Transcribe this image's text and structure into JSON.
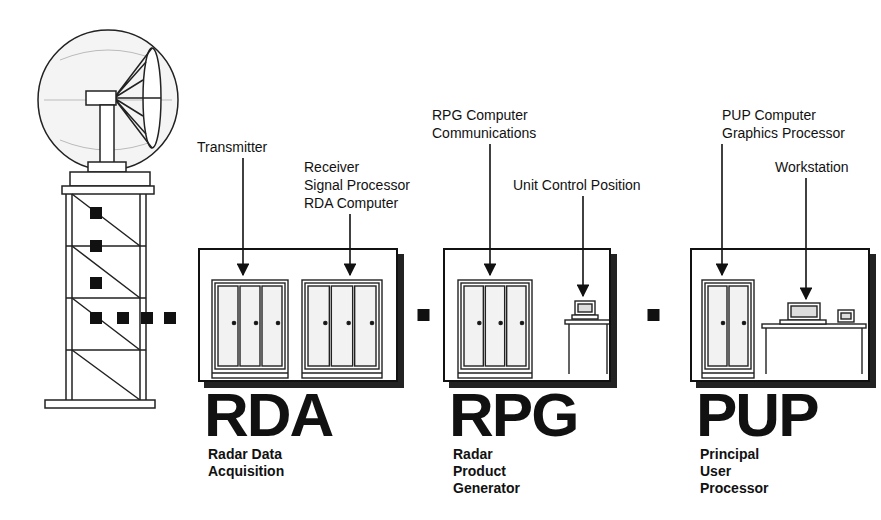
{
  "diagram": {
    "nodes": [
      {
        "text": [
          "RDA",
          "Radar Data Acquisition"
        ]
      },
      {
        "text": [
          "RPG",
          "Radar Product Generator"
        ]
      },
      {
        "text": [
          "PUP",
          "Principal User Processor"
        ]
      }
    ],
    "edges": [
      {
        "from": 0,
        "to": 1,
        "arrow": "none"
      },
      {
        "from": 1,
        "to": 2,
        "arrow": "none"
      }
    ],
    "labels": [
      "Transmitter",
      "Receiver",
      "Signal Processor",
      "RDA Computer",
      "RPG Computer",
      "Communications",
      "Unit Control Position",
      "PUP Computer",
      "Graphics Processor",
      "Workstation"
    ]
  }
}
